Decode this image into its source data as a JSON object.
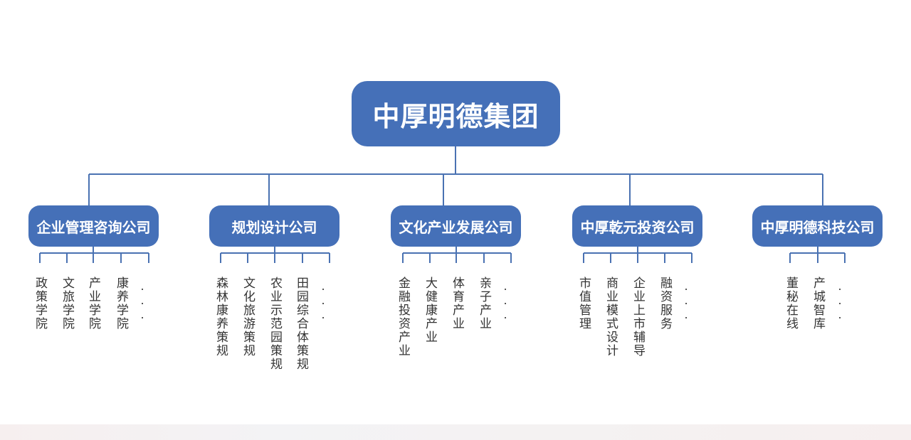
{
  "root": {
    "title": "中厚明德集团"
  },
  "companies": [
    {
      "name": "企业管理咨询公司",
      "items": [
        "政策学院",
        "文旅学院",
        "产业学院",
        "康养学院"
      ],
      "more": ". . ."
    },
    {
      "name": "规划设计公司",
      "items": [
        "森林康养策规",
        "文化旅游策规",
        "农业示范园策规",
        "田园综合体策规"
      ],
      "more": ". . ."
    },
    {
      "name": "文化产业发展公司",
      "items": [
        "金融投资产业",
        "大健康产业",
        "体育产业",
        "亲子产业"
      ],
      "more": ". . ."
    },
    {
      "name": "中厚乾元投资公司",
      "items": [
        "市值管理",
        "商业模式设计",
        "企业上市辅导",
        "融资服务"
      ],
      "more": ". . ."
    },
    {
      "name": "中厚明德科技公司",
      "items": [
        "董秘在线",
        "产城智库"
      ],
      "more": ". . ."
    }
  ],
  "colors": {
    "box": "#4570b8",
    "line": "#4a72b2",
    "text": "#333333"
  }
}
